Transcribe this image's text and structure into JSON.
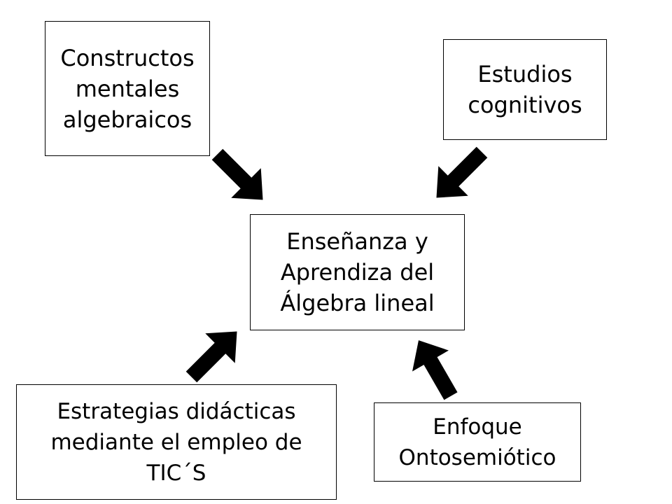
{
  "colors": {
    "box_border": "#000000",
    "box_fill": "#ffffff",
    "arrow_fill": "#000000",
    "text": "#000000",
    "background": "#ffffff"
  },
  "nodes": {
    "constructos": {
      "lines": [
        "Constructos",
        "mentales",
        "algebraicos"
      ]
    },
    "estudios": {
      "lines": [
        "Estudios",
        "cognitivos"
      ]
    },
    "ensenanza": {
      "lines": [
        "Enseñanza y",
        "Aprendiza del",
        "Álgebra lineal"
      ]
    },
    "estrategias": {
      "lines": [
        "Estrategias didácticas",
        "mediante el empleo de",
        "TIC´S"
      ]
    },
    "enfoque": {
      "lines": [
        "Enfoque",
        "Ontosemiótico"
      ]
    }
  },
  "edges": [
    {
      "from": "constructos",
      "to": "ensenanza"
    },
    {
      "from": "estudios",
      "to": "ensenanza"
    },
    {
      "from": "estrategias",
      "to": "ensenanza"
    },
    {
      "from": "enfoque",
      "to": "ensenanza"
    }
  ]
}
